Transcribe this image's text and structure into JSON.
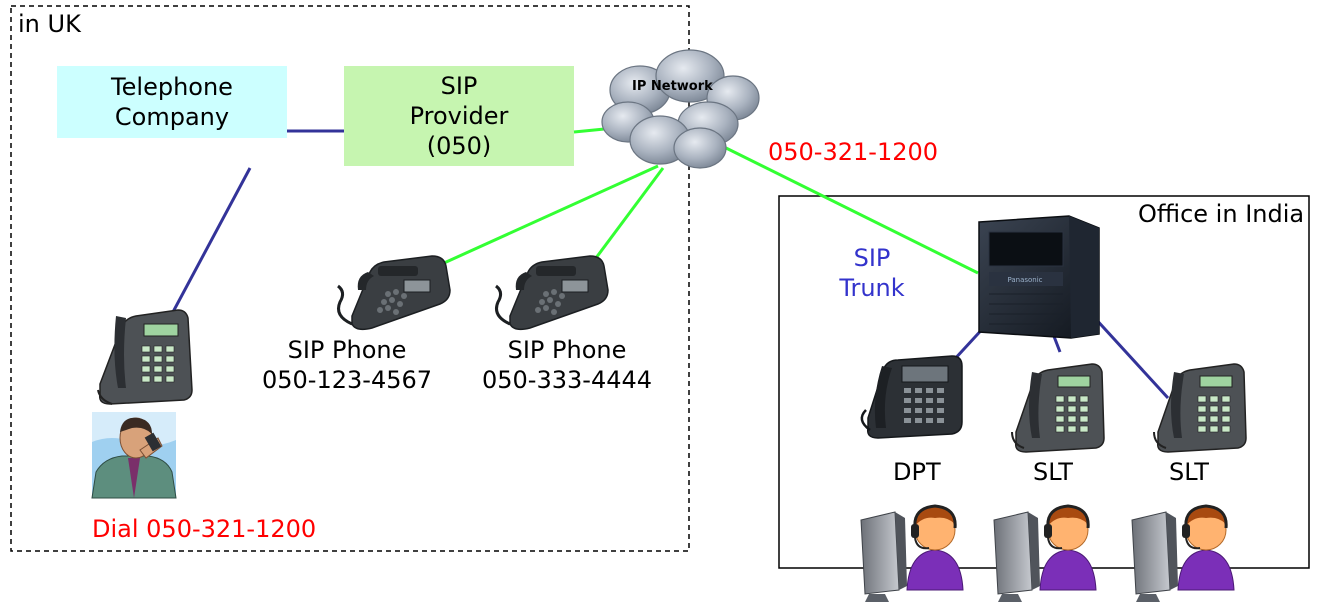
{
  "regions": {
    "uk_label": "in UK",
    "india_label": "Office in India"
  },
  "nodes": {
    "telephone_company": [
      "Telephone",
      "Company"
    ],
    "sip_provider": [
      "SIP",
      "Provider",
      "(050)"
    ],
    "ip_network": "IP Network",
    "sip_trunk": [
      "SIP",
      "Trunk"
    ]
  },
  "phones": {
    "sip_phone_1": {
      "name": "SIP Phone",
      "number": "050-123-4567"
    },
    "sip_phone_2": {
      "name": "SIP Phone",
      "number": "050-333-4444"
    },
    "dpt": "DPT",
    "slt_1": "SLT",
    "slt_2": "SLT"
  },
  "numbers": {
    "trunk_number": "050-321-1200",
    "dial_instruction": "Dial 050-321-1200"
  },
  "colors": {
    "telephone_company_fill": "#ccffff",
    "sip_provider_fill": "#c6f5b0",
    "sip_link": "#33ff33",
    "pstn_link": "#333399",
    "number_text": "#ff0000",
    "trunk_text": "#3333cc"
  }
}
